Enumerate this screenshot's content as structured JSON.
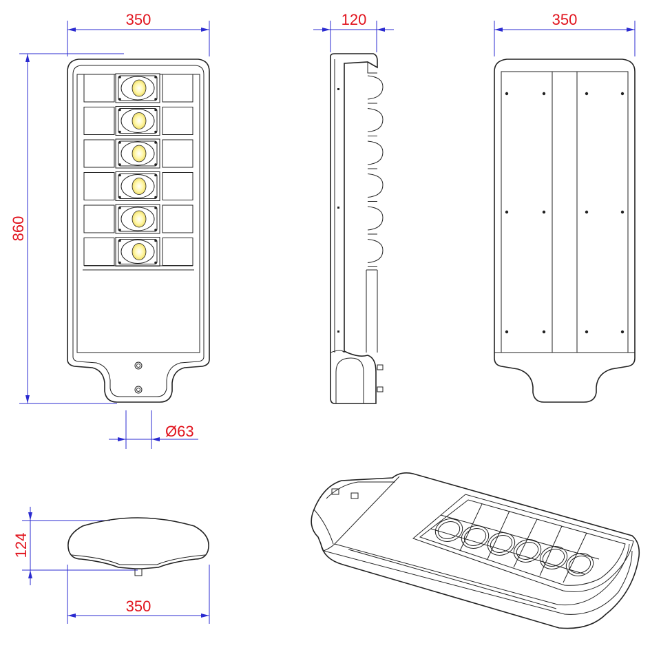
{
  "dimensions": {
    "front_width": "350",
    "front_height": "860",
    "pole_diameter": "Ø63",
    "side_depth": "120",
    "back_width": "350",
    "end_height": "124",
    "end_width": "350"
  },
  "colors": {
    "dimension_text": "#e1141e",
    "dimension_line": "#2a2ad0",
    "outline": "#222222",
    "led_glow": "#fff7a8"
  },
  "led_module_count": 6
}
